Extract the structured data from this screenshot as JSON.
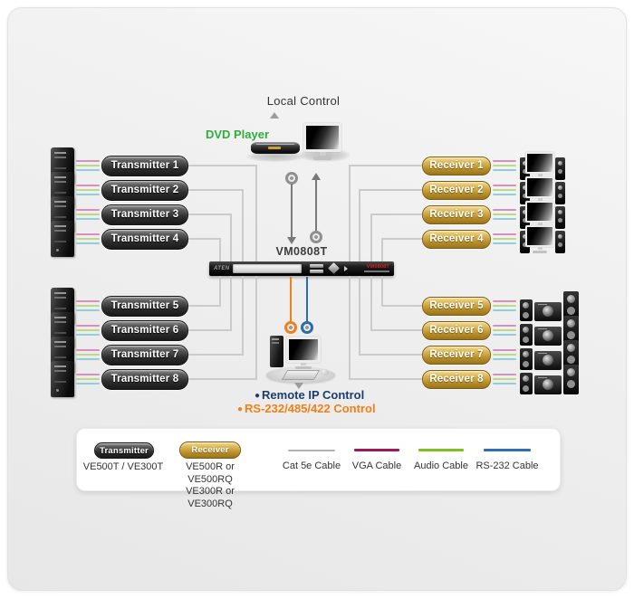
{
  "diagram": {
    "local_control_label": "Local Control",
    "dvd_player_label": "DVD Player",
    "device_label": "VM0808T",
    "device_brand": "ATEN",
    "device_panel_model": "VM0808T",
    "bullet": "●",
    "remote_ip_label": "Remote IP Control",
    "serial_label": "RS-232/485/422 Control"
  },
  "transmitters": [
    {
      "label": "Transmitter 1"
    },
    {
      "label": "Transmitter 2"
    },
    {
      "label": "Transmitter 3"
    },
    {
      "label": "Transmitter 4"
    },
    {
      "label": "Transmitter 5"
    },
    {
      "label": "Transmitter 6"
    },
    {
      "label": "Transmitter 7"
    },
    {
      "label": "Transmitter 8"
    }
  ],
  "receivers": [
    {
      "label": "Receiver 1"
    },
    {
      "label": "Receiver 2"
    },
    {
      "label": "Receiver 3"
    },
    {
      "label": "Receiver 4"
    },
    {
      "label": "Receiver 5"
    },
    {
      "label": "Receiver 6"
    },
    {
      "label": "Receiver 7"
    },
    {
      "label": "Receiver 8"
    }
  ],
  "legend": {
    "transmitter_badge_label": "Transmitter",
    "transmitter_models": "VE500T / VE300T",
    "receiver_badge_label": "Receiver",
    "receiver_models_line1": "VE500R or VE500RQ",
    "receiver_models_line2": "VE300R or VE300RQ",
    "cables": [
      {
        "label": "Cat 5e Cable",
        "color": "#b2b2b2"
      },
      {
        "label": "VGA Cable",
        "color": "#9c1b57"
      },
      {
        "label": "Audio Cable",
        "color": "#7dc122"
      },
      {
        "label": "RS-232 Cable",
        "color": "#2d71b4"
      }
    ]
  },
  "colors": {
    "cat5e_connector": "#cbcbcb",
    "vga_cable_pastel": "#d98fbe",
    "audio_cable_pastel": "#bcd98a",
    "rs232_cable_pastel": "#92cddd",
    "remote_ip_text": "#1b3d6e",
    "serial_text": "#f08019",
    "dvd_player_text": "#2fae3c",
    "transmitter_badge": "#2e2e2e",
    "receiver_badge": "#bb912d",
    "device_body": "#1d1d1d"
  }
}
